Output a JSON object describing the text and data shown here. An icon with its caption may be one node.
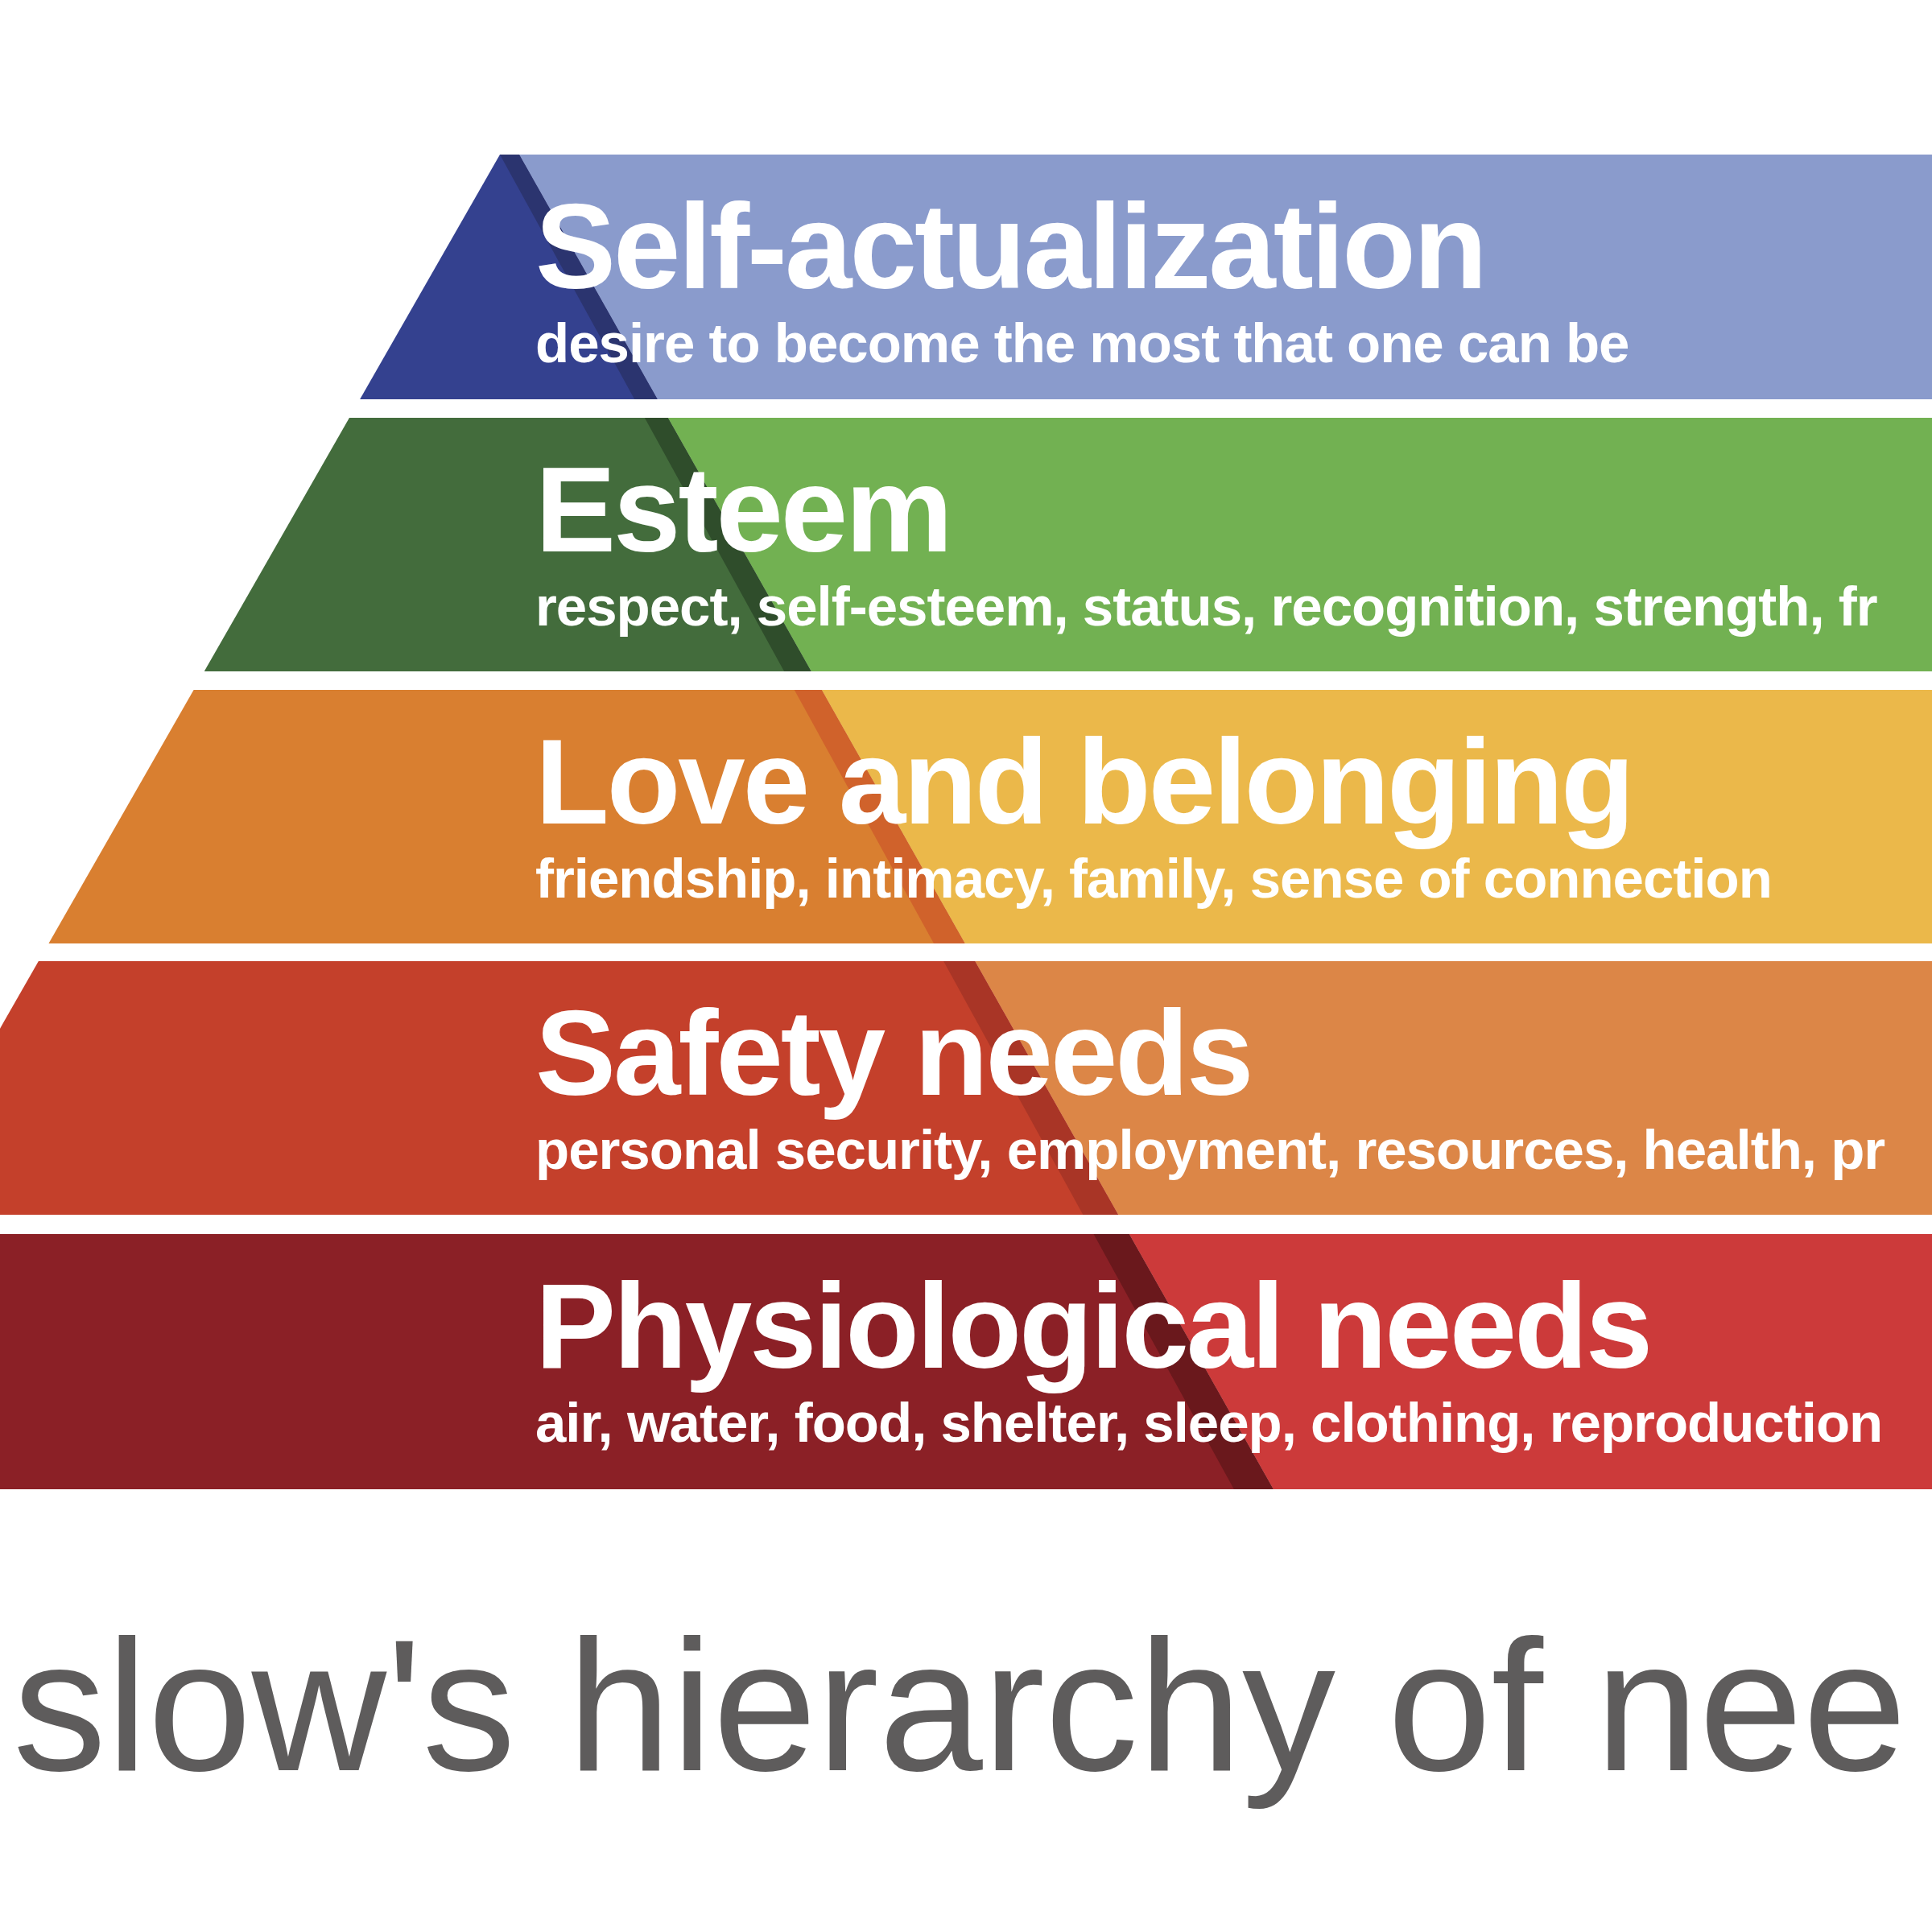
{
  "diagram": {
    "title": "slow's hierarchy of nee",
    "nodes": [
      {
        "text": [
          "Self-actualization",
          "desire to become the most that one can be"
        ]
      },
      {
        "text": [
          "Esteem",
          "respect, self-esteem, status, recognition, strength, fr"
        ]
      },
      {
        "text": [
          "Love and belonging",
          "friendship, intimacy, family, sense of connection"
        ]
      },
      {
        "text": [
          "Safety needs",
          "personal security, employment, resources, health, pr"
        ]
      },
      {
        "text": [
          "Physiological needs",
          "air, water, food, shelter, sleep, clothing, reproduction"
        ]
      }
    ]
  }
}
